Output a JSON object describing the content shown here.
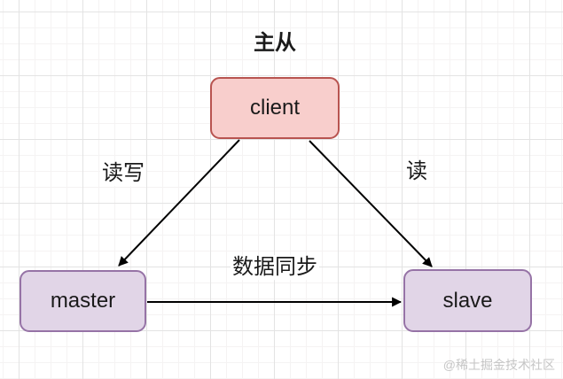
{
  "diagram": {
    "title": "主从",
    "nodes": [
      {
        "id": "client",
        "label": "client",
        "fill": "#F8CECC",
        "stroke": "#B85450"
      },
      {
        "id": "master",
        "label": "master",
        "fill": "#E1D5E7",
        "stroke": "#9673A6"
      },
      {
        "id": "slave",
        "label": "slave",
        "fill": "#E1D5E7",
        "stroke": "#9673A6"
      }
    ],
    "edges": [
      {
        "from": "client",
        "to": "master",
        "label": "读写"
      },
      {
        "from": "client",
        "to": "slave",
        "label": "读"
      },
      {
        "from": "master",
        "to": "slave",
        "label": "数据同步"
      }
    ]
  },
  "watermark": "@稀土掘金技术社区",
  "colors": {
    "client-fill": "#F8CECC",
    "client-stroke": "#B85450",
    "node-fill": "#E1D5E7",
    "node-stroke": "#9673A6",
    "edge-stroke": "#000000",
    "text": "#1A1A1A",
    "watermark": "#C6C6C6",
    "grid-major": "#E3E3E3",
    "grid-minor": "#F5F3F3"
  }
}
